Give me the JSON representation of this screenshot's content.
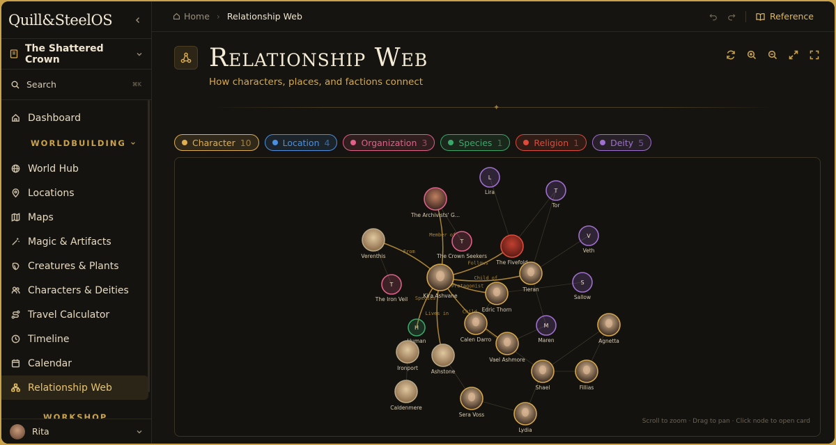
{
  "brand": {
    "name": "Quill&SteelOS"
  },
  "project": {
    "name": "The Shattered Crown"
  },
  "search": {
    "label": "Search",
    "shortcut": "⌘K"
  },
  "nav": {
    "dashboard": "Dashboard",
    "section_worldbuilding": "WORLDBUILDING",
    "items": [
      "World Hub",
      "Locations",
      "Maps",
      "Magic & Artifacts",
      "Creatures & Plants",
      "Characters & Deities",
      "Travel Calculator",
      "Timeline",
      "Calendar",
      "Relationship Web"
    ],
    "section_workshop": "WORKSHOP"
  },
  "user": {
    "name": "Rita"
  },
  "breadcrumb": {
    "home": "Home",
    "current": "Relationship Web"
  },
  "toolbar": {
    "reference": "Reference"
  },
  "page": {
    "title": "Relationship Web",
    "subtitle": "How characters, places, and factions connect"
  },
  "filters": [
    {
      "label": "Character",
      "count": "10",
      "color": "#e0b050"
    },
    {
      "label": "Location",
      "count": "4",
      "color": "#4a90e0"
    },
    {
      "label": "Organization",
      "count": "3",
      "color": "#e0608a"
    },
    {
      "label": "Species",
      "count": "1",
      "color": "#3aa86a"
    },
    {
      "label": "Religion",
      "count": "1",
      "color": "#e04a3a"
    },
    {
      "label": "Deity",
      "count": "5",
      "color": "#a070d0"
    }
  ],
  "graph": {
    "hint": "Scroll to zoom · Drag to pan · Click node to open card",
    "nodes": [
      {
        "id": "lira",
        "label": "Lira",
        "type": "deity",
        "initial": "L"
      },
      {
        "id": "tor",
        "label": "Tor",
        "type": "deity",
        "initial": "T"
      },
      {
        "id": "archivists",
        "label": "The Archivists' G...",
        "type": "organization",
        "initial": ""
      },
      {
        "id": "veth",
        "label": "Veth",
        "type": "deity",
        "initial": "V"
      },
      {
        "id": "verenthis",
        "label": "Verenthis",
        "type": "location",
        "initial": ""
      },
      {
        "id": "crownseekers",
        "label": "The Crown Seekers",
        "type": "organization",
        "initial": "T"
      },
      {
        "id": "fivefold",
        "label": "The Fivefold",
        "type": "religion",
        "initial": ""
      },
      {
        "id": "kira",
        "label": "Kira Ashvane",
        "type": "character",
        "initial": ""
      },
      {
        "id": "tieran",
        "label": "Tieran",
        "type": "character",
        "initial": ""
      },
      {
        "id": "sallow",
        "label": "Sallow",
        "type": "deity",
        "initial": "S"
      },
      {
        "id": "ironveil",
        "label": "The Iron Veil",
        "type": "organization",
        "initial": "T"
      },
      {
        "id": "edric",
        "label": "Edric Thorn",
        "type": "character",
        "initial": ""
      },
      {
        "id": "human",
        "label": "Human",
        "type": "species",
        "initial": "H"
      },
      {
        "id": "calen",
        "label": "Calen Darro",
        "type": "character",
        "initial": ""
      },
      {
        "id": "maren",
        "label": "Maren",
        "type": "deity",
        "initial": "M"
      },
      {
        "id": "agnetta",
        "label": "Agnetta",
        "type": "character",
        "initial": ""
      },
      {
        "id": "vael",
        "label": "Vael Ashmore",
        "type": "character",
        "initial": ""
      },
      {
        "id": "ironport",
        "label": "Ironport",
        "type": "location",
        "initial": ""
      },
      {
        "id": "ashstone",
        "label": "Ashstone",
        "type": "location",
        "initial": ""
      },
      {
        "id": "shael",
        "label": "Shael",
        "type": "character",
        "initial": ""
      },
      {
        "id": "fillias",
        "label": "Fillias",
        "type": "character",
        "initial": ""
      },
      {
        "id": "caldenmere",
        "label": "Caldenmere",
        "type": "location",
        "initial": ""
      },
      {
        "id": "sera",
        "label": "Sera Voss",
        "type": "character",
        "initial": ""
      },
      {
        "id": "lydia",
        "label": "Lydia",
        "type": "character",
        "initial": ""
      }
    ],
    "edges": [
      {
        "from": "kira",
        "to": "archivists",
        "label": "Member of"
      },
      {
        "from": "kira",
        "to": "verenthis",
        "label": "From"
      },
      {
        "from": "kira",
        "to": "fivefold",
        "label": "Follows"
      },
      {
        "from": "kira",
        "to": "tieran",
        "label": "Child of"
      },
      {
        "from": "kira",
        "to": "vael",
        "label": "Child"
      },
      {
        "from": "kira",
        "to": "human",
        "label": "Species"
      },
      {
        "from": "kira",
        "to": "ashstone",
        "label": "Lives in"
      },
      {
        "from": "kira",
        "to": "edric",
        "label": "Protagonist"
      }
    ]
  }
}
